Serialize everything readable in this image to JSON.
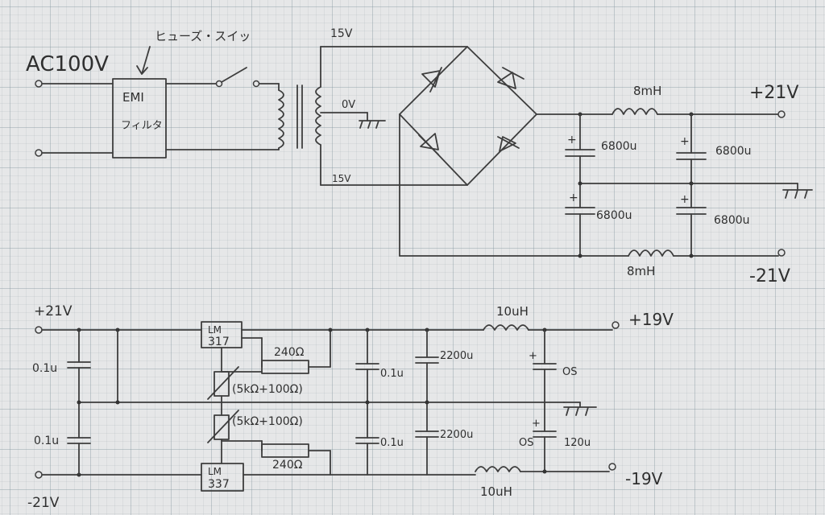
{
  "labels": {
    "ac_input": "AC100V",
    "noise_filter_note": "ヒューズ・スイッ",
    "emi_line1": "EMI",
    "emi_line2": "フィルタ",
    "tap_top": "15V",
    "tap_center": "0V",
    "tap_bottom": "15V",
    "inductor_top": "8mH",
    "inductor_bottom": "8mH",
    "cap_1": "6800u",
    "cap_2": "6800u",
    "cap_3": "6800u",
    "cap_4": "6800u",
    "out_pos": "+21V",
    "out_neg": "-21V",
    "reg_in_pos": "+21V",
    "reg_in_neg": "-21V",
    "cap_in_top": "0.1u",
    "cap_in_bot": "0.1u",
    "reg_top_line1": "LM",
    "reg_top_line2": "317",
    "reg_bot_line1": "LM",
    "reg_bot_line2": "337",
    "res_top": "240Ω",
    "res_bot": "240Ω",
    "pot_top": "(5kΩ+100Ω)",
    "pot_bot": "(5kΩ+100Ω)",
    "cap_mid_top": "0.1u",
    "cap_mid_bot": "0.1u",
    "cap_big_top": "2200u",
    "cap_big_bot": "2200u",
    "coil_top": "10uH",
    "coil_bot": "10uH",
    "os_top": "OS",
    "os_bot": "OS",
    "os_bot_val": "120u",
    "reg_out_pos": "+19V",
    "reg_out_neg": "-19V"
  },
  "colors": {
    "ink": "#3d3d3d",
    "paper": "#e6e7e8",
    "grid": "#8c9aa0"
  }
}
